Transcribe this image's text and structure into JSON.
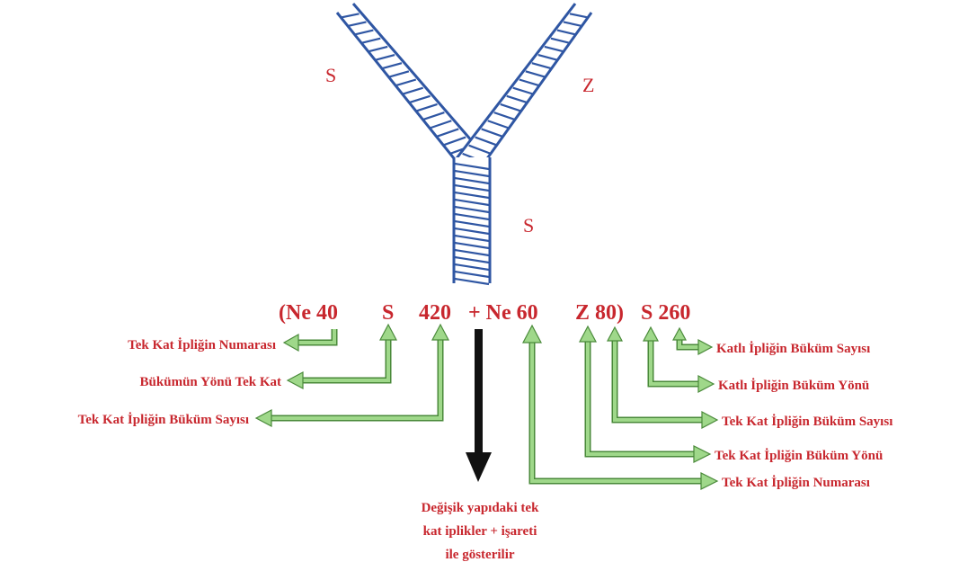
{
  "twist_labels": {
    "left_ply": "S",
    "right_ply": "Z",
    "folded": "S"
  },
  "formula": {
    "open_count": "(Ne 40",
    "twist_dir_1": "S",
    "twist_count_1": "420",
    "plus_count": "+ Ne 60",
    "twist_dir_count_2": "Z 80)",
    "ply_twist": "S 260"
  },
  "annotations": {
    "left": [
      "Tek Kat İpliğin Numarası",
      "Bükümün Yönü Tek Kat",
      "Tek Kat İpliğin Büküm Sayısı"
    ],
    "right": [
      "Katlı İpliğin Büküm Sayısı",
      "Katlı İpliğin Büküm Yönü",
      "Tek Kat İpliğin Büküm Sayısı",
      "Tek Kat İpliğin Büküm Yönü",
      "Tek Kat İpliğin Numarası"
    ],
    "bottom": [
      "Değişik yapıdaki tek",
      "kat iplikler + işareti",
      "ile gösterilir"
    ]
  },
  "colors": {
    "label_red": "#c8272e",
    "arrow_green": "#9fd88a",
    "arrow_outline": "#4a8a3a",
    "yarn_blue": "#2f56a3"
  }
}
